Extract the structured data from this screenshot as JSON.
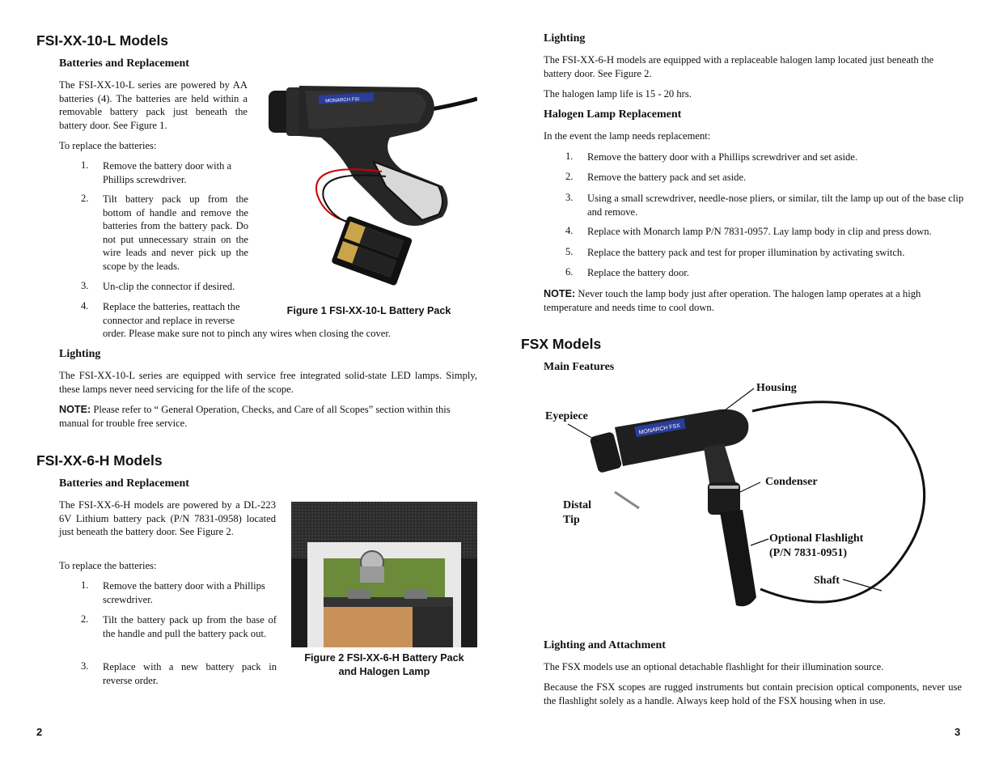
{
  "left": {
    "section1": {
      "title": "FSI-XX-10-L Models",
      "batteries_heading": "Batteries and Replacement",
      "intro": "The FSI-XX-10-L series are powered by AA batteries (4).  The batteries are held within a removable battery pack just beneath the battery door.  See Figure 1.",
      "to_replace": "To replace the batteries:",
      "steps": [
        {
          "n": "1.",
          "text": "Remove the battery door with a Phillips screwdriver."
        },
        {
          "n": "2.",
          "text": "Tilt battery pack up from the bottom of handle and remove the batteries from the battery pack. Do not put unnecessary strain on the wire leads and never pick up the scope by the leads."
        },
        {
          "n": "3.",
          "text": "Un-clip the connector if desired."
        },
        {
          "n": "4.",
          "text": "Replace the batteries, reattach the connector and replace in reverse"
        }
      ],
      "step4_cont": "order.  Please make sure not to pinch any wires when closing the cover.",
      "figure_caption": "Figure 1  FSI-XX-10-L Battery Pack",
      "lighting_heading": "Lighting",
      "lighting_text": "The FSI-XX-10-L series are equipped with service free integrated solid-state LED lamps. Simply, these lamps never need servicing for the life of the scope.",
      "note_label": "NOTE:",
      "note_text": "Please refer to “ General Operation, Checks, and Care of all Scopes” section within this manual for trouble free service.",
      "figure_logo": "MONARCH FSI"
    },
    "section2": {
      "title": "FSI-XX-6-H Models",
      "batteries_heading": "Batteries and Replacement",
      "intro": "The FSI-XX-6-H models are powered by a DL-223 6V Lithium battery pack (P/N 7831-0958) located just beneath the battery door.  See Figure 2.",
      "to_replace": "To replace the batteries:",
      "steps": [
        {
          "n": "1.",
          "text": "Remove the battery door with a Phillips screwdriver."
        },
        {
          "n": "2.",
          "text": "Tilt the battery pack up from the base of the handle and pull the battery pack out."
        },
        {
          "n": "3.",
          "text": "Replace with a new battery pack in reverse order."
        }
      ],
      "figure_caption_line1": "Figure 2  FSI-XX-6-H Battery Pack",
      "figure_caption_line2": "and Halogen Lamp"
    },
    "page_number": "2"
  },
  "right": {
    "lighting_heading": "Lighting",
    "lighting_text": "The FSI-XX-6-H models are equipped with a replaceable halogen lamp located just beneath the battery door.  See Figure 2.",
    "lamp_life": "The halogen lamp life is 15 - 20 hrs.",
    "halogen_heading": "Halogen Lamp Replacement",
    "halogen_intro": "In the event the lamp needs replacement:",
    "steps": [
      {
        "n": "1.",
        "text": "Remove the battery door with a Phillips screwdriver and set aside."
      },
      {
        "n": "2.",
        "text": "Remove the battery pack and set aside."
      },
      {
        "n": "3.",
        "text": "Using a small screwdriver, needle-nose pliers, or similar, tilt the lamp up out of the base clip and remove."
      },
      {
        "n": "4.",
        "text": "Replace with Monarch lamp P/N 7831-0957.  Lay lamp body in clip and press down."
      },
      {
        "n": "5.",
        "text": "Replace the battery pack and test for proper illumination by activating switch."
      },
      {
        "n": "6.",
        "text": "Replace the battery door."
      }
    ],
    "note_label": "NOTE:",
    "note_text": "Never touch the lamp body just after operation.  The halogen lamp operates at a high temperature and needs time to cool down.",
    "fsx_title": "FSX Models",
    "main_features": "Main Features",
    "labels": {
      "housing": "Housing",
      "eyepiece": "Eyepiece",
      "condenser": "Condenser",
      "distal_1": "Distal",
      "distal_2": "Tip",
      "flashlight_1": "Optional Flashlight",
      "flashlight_2": "(P/N 7831-0951)",
      "shaft": "Shaft",
      "logo": "MONARCH FSX"
    },
    "attach_heading": "Lighting and Attachment",
    "attach_text1": "The FSX models use an optional detachable flashlight for their illumination source.",
    "attach_text2": "Because the FSX scopes are rugged instruments but contain precision optical components, never use the flashlight solely as a handle.  Always keep hold of the FSX housing when in use.",
    "page_number": "3"
  }
}
